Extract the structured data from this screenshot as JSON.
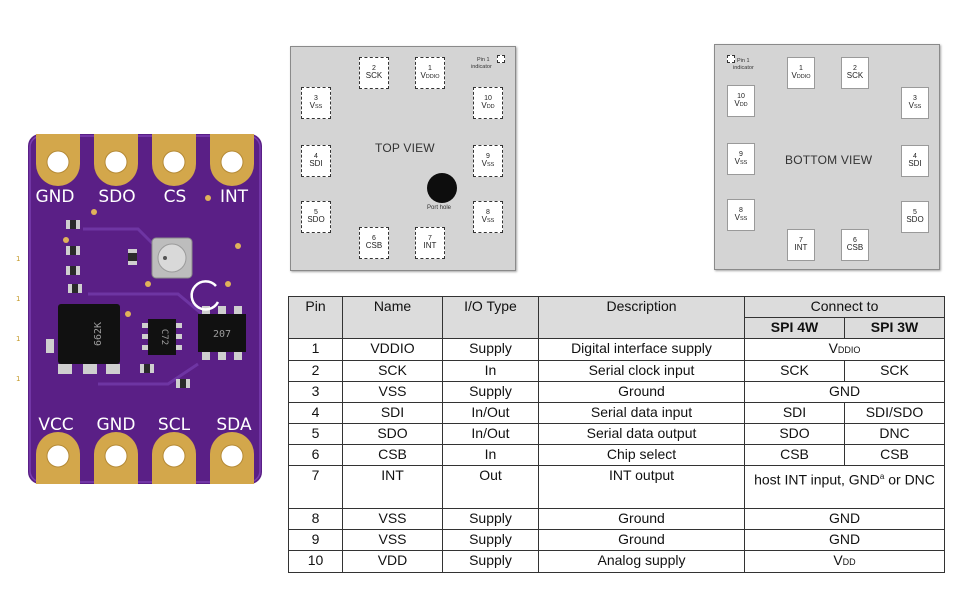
{
  "pcb": {
    "top_labels": [
      "GND",
      "SDO",
      "CS",
      "INT"
    ],
    "bottom_labels": [
      "VCC",
      "GND",
      "SCL",
      "SDA"
    ],
    "regulator_text": "662K",
    "ic_text": "C72",
    "chip_text": "207",
    "colors": {
      "board": "#5a1f86",
      "gold": "#d3a74b",
      "silk": "#ffffff"
    }
  },
  "top_view": {
    "title": "TOP VIEW",
    "pin1_label": [
      "Pin 1",
      "indicator"
    ],
    "port_hole_label": "Port hole",
    "pads": [
      {
        "num": "2",
        "name": "SCK",
        "sub": ""
      },
      {
        "num": "1",
        "name": "V",
        "sub": "DDIO"
      },
      {
        "num": "3",
        "name": "V",
        "sub": "SS"
      },
      {
        "num": "10",
        "name": "V",
        "sub": "DD"
      },
      {
        "num": "4",
        "name": "SDI",
        "sub": ""
      },
      {
        "num": "9",
        "name": "V",
        "sub": "SS"
      },
      {
        "num": "5",
        "name": "SDO",
        "sub": ""
      },
      {
        "num": "8",
        "name": "V",
        "sub": "SS"
      },
      {
        "num": "6",
        "name": "CSB",
        "sub": ""
      },
      {
        "num": "7",
        "name": "INT",
        "sub": ""
      }
    ]
  },
  "bottom_view": {
    "title": "BOTTOM VIEW",
    "pin1_label": [
      "Pin 1",
      "indicator"
    ],
    "pads": [
      {
        "num": "1",
        "name": "V",
        "sub": "DDIO"
      },
      {
        "num": "2",
        "name": "SCK",
        "sub": ""
      },
      {
        "num": "10",
        "name": "V",
        "sub": "DD"
      },
      {
        "num": "3",
        "name": "V",
        "sub": "SS"
      },
      {
        "num": "9",
        "name": "V",
        "sub": "SS"
      },
      {
        "num": "4",
        "name": "SDI",
        "sub": ""
      },
      {
        "num": "8",
        "name": "V",
        "sub": "SS"
      },
      {
        "num": "5",
        "name": "SDO",
        "sub": ""
      },
      {
        "num": "7",
        "name": "INT",
        "sub": ""
      },
      {
        "num": "6",
        "name": "CSB",
        "sub": ""
      }
    ]
  },
  "table": {
    "headers": {
      "pin": "Pin",
      "name": "Name",
      "io": "I/O Type",
      "desc": "Description",
      "connect": "Connect to",
      "spi4": "SPI 4W",
      "spi3": "SPI 3W"
    },
    "rows": [
      {
        "pin": "1",
        "name": "VDDIO",
        "io": "Supply",
        "desc": "Digital interface supply",
        "conn_main": "V",
        "conn_sub": "DDIO"
      },
      {
        "pin": "2",
        "name": "SCK",
        "io": "In",
        "desc": "Serial clock input",
        "spi4": "SCK",
        "spi3": "SCK"
      },
      {
        "pin": "3",
        "name": "VSS",
        "io": "Supply",
        "desc": "Ground",
        "conn": "GND"
      },
      {
        "pin": "4",
        "name": "SDI",
        "io": "In/Out",
        "desc": "Serial data input",
        "spi4": "SDI",
        "spi3": "SDI/SDO"
      },
      {
        "pin": "5",
        "name": "SDO",
        "io": "In/Out",
        "desc": "Serial data output",
        "spi4": "SDO",
        "spi3": "DNC"
      },
      {
        "pin": "6",
        "name": "CSB",
        "io": "In",
        "desc": "Chip select",
        "spi4": "CSB",
        "spi3": "CSB"
      },
      {
        "pin": "7",
        "name": "INT",
        "io": "Out",
        "desc": "INT output",
        "conn_a": "host INT input, GND",
        "conn_sup": "a",
        "conn_b": " or DNC"
      },
      {
        "pin": "8",
        "name": "VSS",
        "io": "Supply",
        "desc": "Ground",
        "conn": "GND"
      },
      {
        "pin": "9",
        "name": "VSS",
        "io": "Supply",
        "desc": "Ground",
        "conn": "GND"
      },
      {
        "pin": "10",
        "name": "VDD",
        "io": "Supply",
        "desc": "Analog supply",
        "conn_main": "V",
        "conn_sub": "DD"
      }
    ]
  }
}
